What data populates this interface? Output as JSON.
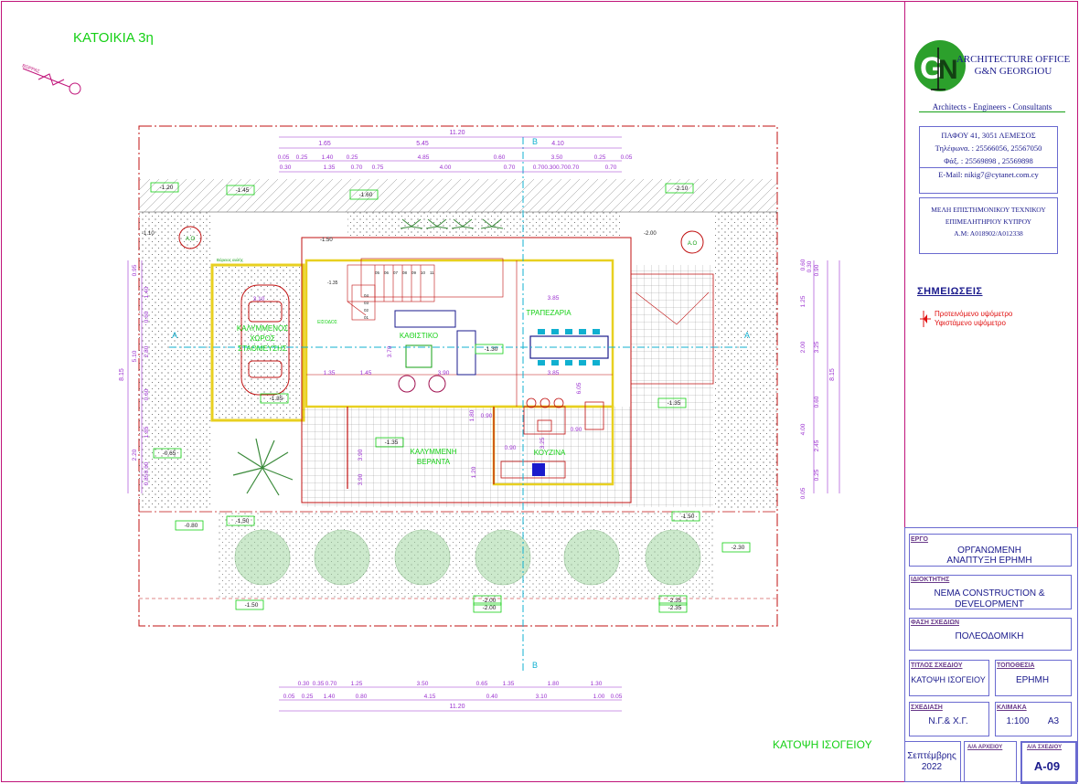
{
  "drawing": {
    "heading": "ΚΑΤΟΙΚΙΑ 3η",
    "footer_caption": "ΚΑΤΟΨΗ ΙΣΟΓΕΙΟΥ",
    "north_label": "ΒΟΡΡΑΣ",
    "section_a": "A",
    "section_b": "B",
    "overall_width": "11.20",
    "overall_depth": "8.15",
    "dims_top_1": [
      "1.65",
      "5.45",
      "4.10"
    ],
    "dims_top_2": [
      "0.05",
      "0.25",
      "1.40",
      "0.25",
      "4.85",
      "0.60",
      "3.50",
      "0.25",
      "0.05"
    ],
    "dims_top_3": [
      "0.30",
      "1.35",
      "0.70",
      "0.75",
      "4.00",
      "0.70",
      "0.700.300.700.70",
      "0.70"
    ],
    "dims_bottom_1": [
      "0.30",
      "0.35",
      "0.70",
      "1.25",
      "3.50",
      "0.65",
      "1.35",
      "1.80",
      "1.30"
    ],
    "dims_bottom_2": [
      "0.05",
      "0.25",
      "1.40",
      "0.80",
      "4.15",
      "0.40",
      "3.10",
      "1.00",
      "0.05"
    ],
    "dims_left": [
      "0.95",
      "1.40",
      "0.60",
      "2.80",
      "5.10",
      "0.60",
      "1.85",
      "2.20",
      "0.60",
      "0.85"
    ],
    "dims_right": [
      "0.60",
      "0.30",
      "0.90",
      "1.25",
      "3.25",
      "2.00",
      "0.60",
      "4.00",
      "2.45",
      "0.25",
      "0.05"
    ],
    "inner_dims": [
      "1.35",
      "1.45",
      "3.90",
      "3.85",
      "3.85",
      "3.10",
      "3.70",
      "0.90",
      "0.90",
      "3.25",
      "1.80",
      "0.90",
      "6.05",
      "3.90",
      "3.90",
      "1.20"
    ],
    "rooms": [
      {
        "name": "ΚΑΛΥΜΜΕΝΟΣ"
      },
      {
        "name": "ΧΩΡΟΣ"
      },
      {
        "name": "ΣΤΑΘΜΕΥΣΗΣ"
      },
      {
        "name": "ΚΑΘΙΣΤΙΚΟ"
      },
      {
        "name": "ΤΡΑΠΕΖΑΡΙΑ"
      },
      {
        "name": "ΚΟΥΖΙΝΑ"
      },
      {
        "name": "ΚΑΛΥΜΜΕΝΗ"
      },
      {
        "name": "ΒΕΡΑΝΤΑ"
      },
      {
        "name": "ΕΙΣΟΔΟΣ"
      }
    ],
    "misc_labels": [
      "Α.Ο",
      "Α.Ο",
      "-1.10",
      "-1.50",
      "-1.35",
      "Βόρειος αυλής",
      "-2.00"
    ],
    "levels": [
      {
        "v": "-1.20"
      },
      {
        "v": "-1.45"
      },
      {
        "v": "-1.60"
      },
      {
        "v": "-2.10"
      },
      {
        "v": "-1.30"
      },
      {
        "v": "-1.35"
      },
      {
        "v": "-1.35"
      },
      {
        "v": "-1.35"
      },
      {
        "v": "-0.65"
      },
      {
        "v": "-0.80"
      },
      {
        "v": "-1.50"
      },
      {
        "v": "-1.50"
      },
      {
        "v": "-2.30"
      },
      {
        "v": "-1.50"
      },
      {
        "v": "-2.00"
      },
      {
        "v": "-2.00"
      },
      {
        "v": "-2.35"
      },
      {
        "v": "-2.35"
      }
    ],
    "stair_steps": [
      "05",
      "06",
      "07",
      "08",
      "09",
      "10",
      "11",
      "04",
      "03",
      "02",
      "01"
    ]
  },
  "office": {
    "name_1": "ARCHITECTURE OFFICE",
    "name_2": "G&N GEORGIOU",
    "tagline": "Architects - Engineers - Consultants",
    "address": "ΠΑΦΟΥ 41, 3051 ΛΕΜΕΣΟΣ",
    "phone": "Τηλέφωνα. : 25566056, 25567050",
    "fax": "Φάξ. : 25569898 , 25569898",
    "email": "E-Mail: nikig7@cytanet.com.cy",
    "member_1": "ΜΕΛΗ ΕΠΙΣΤΗΜΟΝΙΚΟΥ ΤΕΧΝΙΚΟΥ",
    "member_2": "ΕΠΙΜΕΛΗΤΗΡΙΟΥ ΚΥΠΡΟΥ",
    "member_3": "Α.Μ: Α018902/Α012338"
  },
  "notes": {
    "heading": "ΣΗΜΕΙΩΣΕΙΣ",
    "proposed": "Προτεινόμενο υψόμετρο",
    "existing": "Υφιστάμενο υψόμετρο"
  },
  "title_block": {
    "project_label": "ΕΡΓΟ",
    "project_1": "ΟΡΓΑΝΩΜΕΝΗ",
    "project_2": "ΑΝΑΠΤΥΞΗ ΕΡΗΜΗ",
    "owner_label": "ΙΔΙΟΚΤΗΤΗΣ",
    "owner_1": "NEMA CONSTRUCTION &",
    "owner_2": "DEVELOPMENT",
    "phase_label": "ΦΑΣΗ ΣΧΕΔΙΩΝ",
    "phase": "ΠΟΛΕΟΔΟΜΙΚΗ",
    "title_label": "ΤΙΤΛΟΣ ΣΧΕΔΙΟΥ",
    "title": "ΚΑΤΟΨΗ ΙΣΟΓΕΙΟΥ",
    "location_label": "ΤΟΠΟΘΕΣΙΑ",
    "location": "ΕΡΗΜΗ",
    "drawn_label": "ΣΧΕΔΙΑΣΗ",
    "drawn": "Ν.Γ.& Χ.Γ.",
    "scale_label": "ΚΛΙΜΑΚΑ",
    "scale": "1:100",
    "paper": "A3",
    "date_1": "Σεπτέμβρης",
    "date_2": "2022",
    "file_label": "Α/Α ΑΡΧΕΙΟΥ",
    "sheet_label": "Α/Α ΣΧΕΔΙΟΥ",
    "sheet_no": "Α-09"
  },
  "colors": {
    "magenta": "#c0147a",
    "dim": "#9b30d0",
    "green": "#15d015",
    "red": "#c01010",
    "cyan": "#10b0d0",
    "navy": "#1a1a8c"
  }
}
